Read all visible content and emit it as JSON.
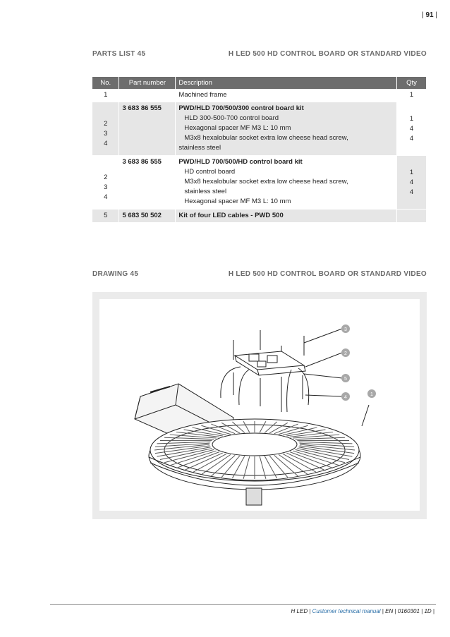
{
  "page_number": "91",
  "parts_section": {
    "left": "PARTS LIST 45",
    "right": "H LED 500 HD CONTROL BOARD OR STANDARD VIDEO"
  },
  "table": {
    "headers": {
      "no": "No.",
      "part": "Part number",
      "desc": "Description",
      "qty": "Qty"
    },
    "row1": {
      "no": "1",
      "part": "",
      "desc": "Machined frame",
      "qty": "1"
    },
    "row2": {
      "no": [
        "2",
        "3",
        "4"
      ],
      "part": "3 683 86 555",
      "title": "PWD/HLD 700/500/300 control board kit",
      "lines": [
        "HLD 300-500-700 control board",
        "Hexagonal spacer MF M3 L: 10 mm",
        "M3x8 hexalobular socket extra low cheese head screw,",
        "stainless steel"
      ],
      "qty": [
        "1",
        "4",
        "4"
      ]
    },
    "row3": {
      "no": [
        "2",
        "3",
        "4"
      ],
      "part": "3 683 86 555",
      "title": "PWD/HLD 700/500/HD control board kit",
      "lines": [
        "HD control board",
        "M3x8 hexalobular socket extra low cheese head screw,",
        "stainless steel",
        "Hexagonal spacer MF M3 L: 10 mm"
      ],
      "qty": [
        "1",
        "4",
        "4"
      ]
    },
    "row4": {
      "no": "5",
      "part": "5 683 50 502",
      "desc": "Kit of four LED cables - PWD 500",
      "qty": ""
    }
  },
  "drawing_section": {
    "left": "DRAWING 45",
    "right": "H LED 500 HD CONTROL BOARD OR STANDARD VIDEO"
  },
  "callouts": [
    "3",
    "2",
    "5",
    "4",
    "1"
  ],
  "footer": {
    "product": "H LED",
    "manual": "Customer technical manual",
    "lang": "EN",
    "code": "0160301",
    "rev": "1D"
  },
  "colors": {
    "header_gray": "#6d6d6d",
    "row_gray": "#e6e6e6",
    "callout_gray": "#a8a8a8",
    "footer_blue": "#2a6fa8"
  }
}
